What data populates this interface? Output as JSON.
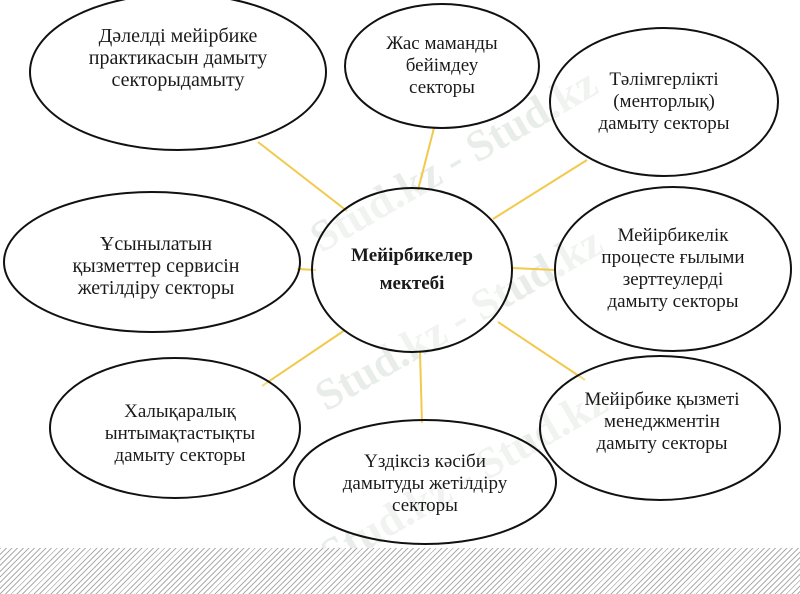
{
  "diagram": {
    "center": {
      "label": "Мейірбикелер\nмектебі"
    },
    "nodes": [
      {
        "id": "evidence-practice",
        "label": "Дәлелді мейірбике\nпрактикасын дамыту\nсекторыдамыту"
      },
      {
        "id": "young-specialist",
        "label": "Жас маманды\nбейімдеу\nсекторы"
      },
      {
        "id": "mentoring",
        "label": "Тәлімгерлікті\n(менторлық)\nдамыту секторы"
      },
      {
        "id": "research",
        "label": "Мейірбикелік\nпроцесте ғылыми\nзерттеулерді\nдамыту секторы"
      },
      {
        "id": "management",
        "label": "Мейірбике қызметі\nменеджментін\nдамыту секторы"
      },
      {
        "id": "continuous-development",
        "label": "Үздіксіз кәсіби\nдамытуды жетілдіру\nсекторы"
      },
      {
        "id": "international",
        "label": "Халықаралық\nынтымақтастықты\nдамыту секторы"
      },
      {
        "id": "services",
        "label": "Ұсынылатын\nқызметтер сервисін\nжетілдіру секторы"
      }
    ]
  },
  "watermark": {
    "text": "Stud.kz - Stud.kz"
  },
  "colors": {
    "connector": "#f2c94c",
    "ellipse_stroke": "#111111",
    "background": "#ffffff"
  }
}
